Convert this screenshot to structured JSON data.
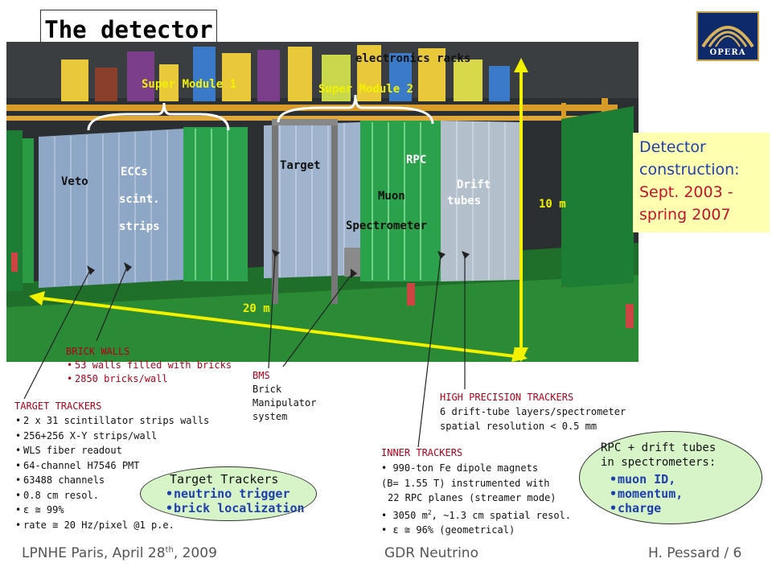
{
  "slide": {
    "title": "The detector",
    "logo_text": "OPERA"
  },
  "photo_labels": {
    "electronics_racks": "electronics racks",
    "super_module_1": "Super Module 1",
    "super_module_2": "Super Module 2",
    "veto": "Veto",
    "eccs": "ECCs",
    "scint": "scint.",
    "strips": "strips",
    "target": "Target",
    "rpc": "RPC",
    "muon": "Muon",
    "spectrometer": "Spectrometer",
    "drift": "Drift",
    "tubes": "tubes",
    "ten_m": "10 m",
    "twenty_m": "20 m"
  },
  "construction": {
    "line1": "Detector",
    "line2": "construction:",
    "line3": "Sept. 2003 -",
    "line4": "spring 2007"
  },
  "brick_walls": {
    "title": "BRICK WALLS",
    "items": [
      "53 walls filled with bricks",
      "2850 bricks/wall"
    ]
  },
  "bms": {
    "lines": [
      "BMS",
      "Brick",
      "Manipulator",
      "system"
    ]
  },
  "target_trackers": {
    "title": "TARGET TRACKERS",
    "items": [
      "2 x 31 scintillator strips walls",
      "256+256 X-Y strips/wall",
      "WLS fiber readout",
      "64-channel H7546 PMT",
      "63488 channels",
      "0.8 cm resol.",
      "ε ≅ 99%",
      "rate ≅ 20 Hz/pixel @1 p.e."
    ]
  },
  "high_precision": {
    "title": "HIGH PRECISION TRACKERS",
    "line1": "6 drift-tube layers/spectrometer",
    "line2": "spatial resolution < 0.5 mm"
  },
  "inner_trackers": {
    "title": "INNER TRACKERS",
    "l1": "990-ton Fe dipole magnets",
    "l2": "(B= 1.55 T) instrumented with",
    "l3": "22 RPC planes (streamer mode)",
    "l4a": "3050 m",
    "l4sup": "2",
    "l4b": ",   ~1.3 cm spatial resol.",
    "l5": "ε ≅ 96% (geometrical)"
  },
  "tt_box": {
    "title": "Target Trackers",
    "items": [
      "neutrino trigger",
      "brick localization"
    ]
  },
  "rpc_box": {
    "title1": "RPC + drift tubes",
    "title2": "in spectrometers:",
    "items": [
      "muon ID,",
      "momentum,",
      "charge"
    ]
  },
  "footer": {
    "left_a": "LPNHE Paris, April 28",
    "left_sup": "th",
    "left_b": ", 2009",
    "center": "GDR Neutrino",
    "right": "H. Pessard / 6"
  },
  "colors": {
    "accent_blue": "#1f3fae",
    "accent_red": "#c8102e",
    "box_green": "#d7f3c8",
    "box_yellow": "#ffffb0",
    "arrow_yellow": "#f2f200",
    "label_red": "#b3001b"
  }
}
